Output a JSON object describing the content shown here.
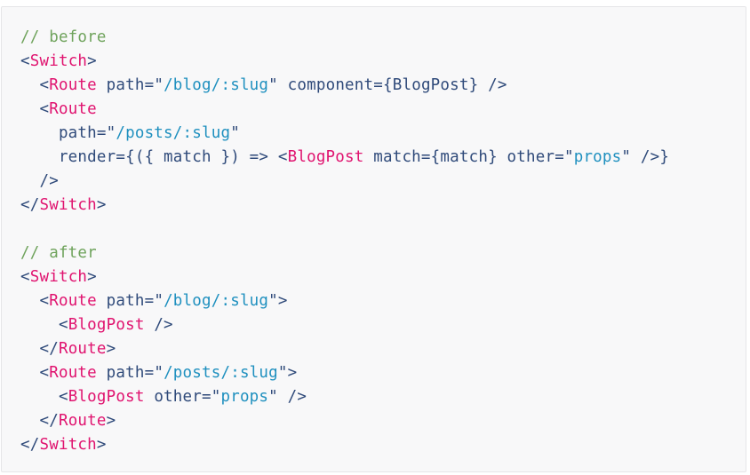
{
  "code": {
    "lines": [
      [
        {
          "t": "// before",
          "c": "comment"
        }
      ],
      [
        {
          "t": "<",
          "c": "punct"
        },
        {
          "t": "Switch",
          "c": "tag"
        },
        {
          "t": ">",
          "c": "punct"
        }
      ],
      [
        {
          "t": "  <",
          "c": "punct"
        },
        {
          "t": "Route",
          "c": "tag"
        },
        {
          "t": " path=\"",
          "c": "attr"
        },
        {
          "t": "/blog/:slug",
          "c": "string"
        },
        {
          "t": "\" component={BlogPost} />",
          "c": "attr"
        }
      ],
      [
        {
          "t": "  <",
          "c": "punct"
        },
        {
          "t": "Route",
          "c": "tag"
        }
      ],
      [
        {
          "t": "    path=\"",
          "c": "attr"
        },
        {
          "t": "/posts/:slug",
          "c": "string"
        },
        {
          "t": "\"",
          "c": "attr"
        }
      ],
      [
        {
          "t": "    render={({ match }) => <",
          "c": "attr"
        },
        {
          "t": "BlogPost",
          "c": "tag"
        },
        {
          "t": " match={match} other=\"",
          "c": "attr"
        },
        {
          "t": "props",
          "c": "string"
        },
        {
          "t": "\" />}",
          "c": "attr"
        }
      ],
      [
        {
          "t": "  />",
          "c": "punct"
        }
      ],
      [
        {
          "t": "</",
          "c": "punct"
        },
        {
          "t": "Switch",
          "c": "tag"
        },
        {
          "t": ">",
          "c": "punct"
        }
      ],
      [],
      [
        {
          "t": "// after",
          "c": "comment"
        }
      ],
      [
        {
          "t": "<",
          "c": "punct"
        },
        {
          "t": "Switch",
          "c": "tag"
        },
        {
          "t": ">",
          "c": "punct"
        }
      ],
      [
        {
          "t": "  <",
          "c": "punct"
        },
        {
          "t": "Route",
          "c": "tag"
        },
        {
          "t": " path=\"",
          "c": "attr"
        },
        {
          "t": "/blog/:slug",
          "c": "string"
        },
        {
          "t": "\">",
          "c": "attr"
        }
      ],
      [
        {
          "t": "    <",
          "c": "punct"
        },
        {
          "t": "BlogPost",
          "c": "tag"
        },
        {
          "t": " />",
          "c": "punct"
        }
      ],
      [
        {
          "t": "  </",
          "c": "punct"
        },
        {
          "t": "Route",
          "c": "tag"
        },
        {
          "t": ">",
          "c": "punct"
        }
      ],
      [
        {
          "t": "  <",
          "c": "punct"
        },
        {
          "t": "Route",
          "c": "tag"
        },
        {
          "t": " path=\"",
          "c": "attr"
        },
        {
          "t": "/posts/:slug",
          "c": "string"
        },
        {
          "t": "\">",
          "c": "attr"
        }
      ],
      [
        {
          "t": "    <",
          "c": "punct"
        },
        {
          "t": "BlogPost",
          "c": "tag"
        },
        {
          "t": " other=\"",
          "c": "attr"
        },
        {
          "t": "props",
          "c": "string"
        },
        {
          "t": "\" />",
          "c": "attr"
        }
      ],
      [
        {
          "t": "  </",
          "c": "punct"
        },
        {
          "t": "Route",
          "c": "tag"
        },
        {
          "t": ">",
          "c": "punct"
        }
      ],
      [
        {
          "t": "</",
          "c": "punct"
        },
        {
          "t": "Switch",
          "c": "tag"
        },
        {
          "t": ">",
          "c": "punct"
        }
      ]
    ]
  },
  "theme": {
    "background": "#f8f8f9",
    "comment": "#6fa35c",
    "tag": "#e0136f",
    "string": "#1f90bf",
    "text": "#2f4a7a"
  }
}
